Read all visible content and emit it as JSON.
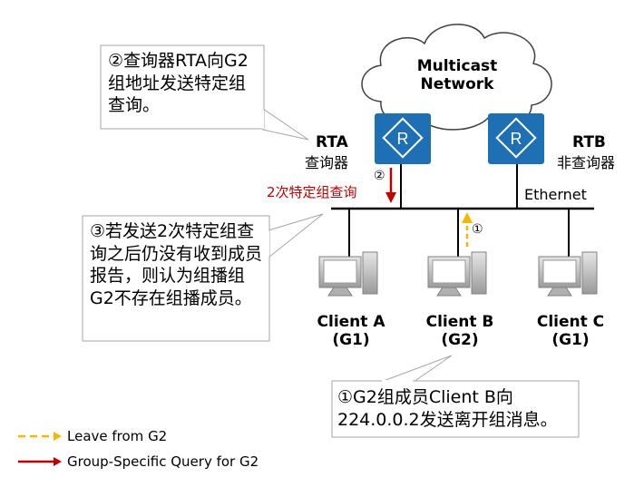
{
  "cloud": {
    "line1": "Multicast",
    "line2": "Network"
  },
  "rta": {
    "name": "RTA",
    "role": "查询器",
    "icon": "router-icon"
  },
  "rtb": {
    "name": "RTB",
    "role": "非查询器",
    "icon": "router-icon"
  },
  "ethernet_label": "Ethernet",
  "query_label": {
    "marker": "②",
    "text": "2次特定组查询"
  },
  "leave_marker": "①",
  "callouts": {
    "step2": "②查询器RTA向G2组地址发送特定组查询。",
    "step3": "③若发送2次特定组查询之后仍没有收到成员报告，则认为组播组G2不存在组播成员。",
    "step1_line1": "①G2组成员Client B向",
    "step1_line2": "224.0.0.2发送离开组消息。"
  },
  "clients": [
    {
      "name": "Client A",
      "group": "(G1)",
      "icon": "pc-icon"
    },
    {
      "name": "Client B",
      "group": "(G2)",
      "icon": "pc-icon"
    },
    {
      "name": "Client C",
      "group": "(G1)",
      "icon": "pc-icon"
    }
  ],
  "legend": {
    "leave": "Leave from G2",
    "query": "Group-Specific Query for G2"
  },
  "colors": {
    "router": "#1f6fb5",
    "query_arrow": "#c00000",
    "leave_arrow": "#f5b700",
    "callout_border": "#a6a6a6"
  }
}
